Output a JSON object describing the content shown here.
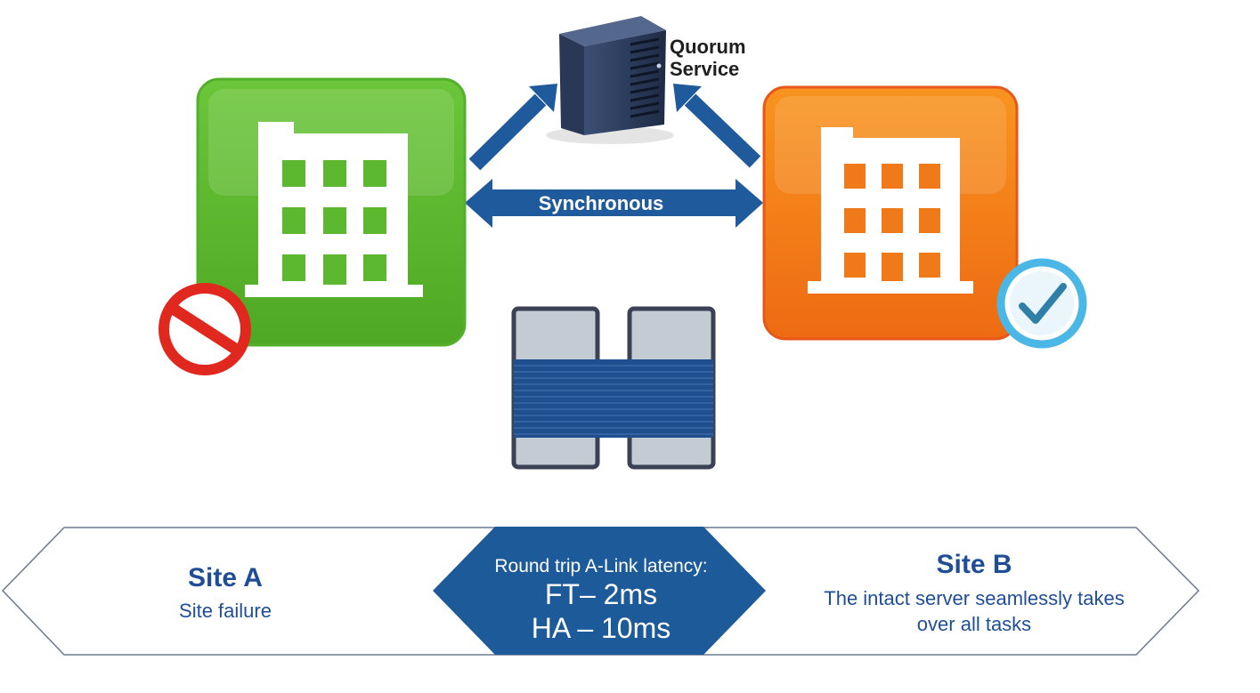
{
  "quorum": {
    "label_line1": "Quorum",
    "label_line2": "Service"
  },
  "link": {
    "label": "Synchronous"
  },
  "site_a": {
    "title": "Site A",
    "description": "Site failure",
    "status_icon": "prohibited-icon"
  },
  "site_b": {
    "title": "Site B",
    "description": "The intact server seamlessly takes over all tasks",
    "status_icon": "checkmark-icon"
  },
  "latency": {
    "title": "Round trip A-Link latency:",
    "ft": "FT– 2ms",
    "ha": "HA – 10ms"
  },
  "colors": {
    "site_a_green": "#5cb82e",
    "site_b_orange": "#f07a1a",
    "arrow_blue": "#1f5a9c",
    "text_blue": "#1f4e96",
    "latency_hex": "#1d5a9a",
    "fail_red": "#e0281e",
    "check_blue": "#4ab7e6"
  }
}
